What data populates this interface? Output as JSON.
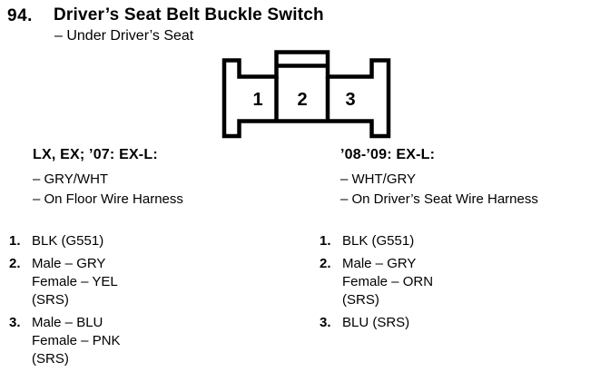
{
  "figure": {
    "number": "94.",
    "title": "Driver’s Seat Belt Buckle Switch",
    "subtitle": "– Under Driver’s Seat"
  },
  "connector": {
    "pins": [
      "1",
      "2",
      "3"
    ]
  },
  "variants": [
    {
      "header": "LX, EX; ’07: EX-L:",
      "notes": [
        "– GRY/WHT",
        "– On Floor Wire Harness"
      ],
      "pinout": [
        {
          "num": "1.",
          "lines": [
            "BLK (G551)"
          ]
        },
        {
          "num": "2.",
          "lines": [
            "Male – GRY",
            "Female – YEL",
            "(SRS)"
          ]
        },
        {
          "num": "3.",
          "lines": [
            "Male – BLU",
            "Female – PNK",
            "(SRS)"
          ]
        }
      ]
    },
    {
      "header": "’08-’09: EX-L:",
      "notes": [
        "– WHT/GRY",
        "– On Driver’s Seat Wire Harness"
      ],
      "pinout": [
        {
          "num": "1.",
          "lines": [
            "BLK (G551)"
          ]
        },
        {
          "num": "2.",
          "lines": [
            "Male – GRY",
            "Female – ORN",
            "(SRS)"
          ]
        },
        {
          "num": "3.",
          "lines": [
            "BLU (SRS)"
          ]
        }
      ]
    }
  ],
  "colors": {
    "ink": "#000000",
    "background": "#ffffff"
  }
}
